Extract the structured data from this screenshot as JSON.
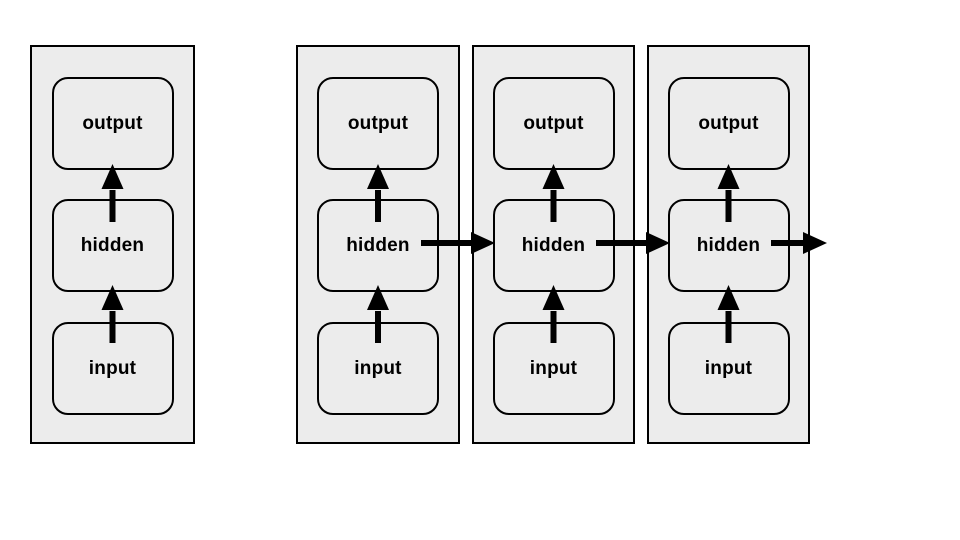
{
  "diagram": {
    "description": "Recurrent neural network: single cell and unrolled time steps",
    "panels": [
      {
        "id": "single-cell",
        "nodes": {
          "output": "output",
          "hidden": "hidden",
          "input": "input"
        }
      },
      {
        "id": "timestep-1",
        "nodes": {
          "output": "output",
          "hidden": "hidden",
          "input": "input"
        }
      },
      {
        "id": "timestep-2",
        "nodes": {
          "output": "output",
          "hidden": "hidden",
          "input": "input"
        }
      },
      {
        "id": "timestep-3",
        "nodes": {
          "output": "output",
          "hidden": "hidden",
          "input": "input"
        }
      }
    ]
  },
  "colors": {
    "panel_fill": "#ececec",
    "node_fill": "#ececec",
    "stroke": "#000000",
    "background": "#ffffff"
  }
}
